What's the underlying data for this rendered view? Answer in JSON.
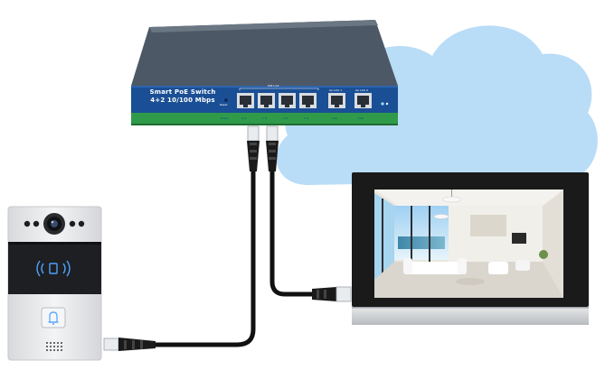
{
  "switch": {
    "title_line1": "Smart PoE Switch",
    "title_line2": "4+2 10/100 Mbps",
    "poe_group_label": "PoE Link",
    "uplink1_label": "Up Link 1",
    "uplink2_label": "Up Link 2",
    "reset_label": "Reset",
    "power_label": "Power",
    "port_labels": [
      "1-4",
      "1-4",
      "1-4",
      "1-4",
      "Link",
      "Link"
    ]
  },
  "colors": {
    "switch_body": "#1a4f95",
    "switch_top": "#4d5866",
    "switch_stripe": "#2f9a4a",
    "cloud": "#b9dcf7",
    "cable": "#111111",
    "monitor_frame": "#1a1a1a",
    "monitor_base": "#d2d4d7",
    "doorbell_body": "#e8eaec"
  },
  "icons": {
    "doorbell_card": "rfid-card-icon",
    "doorbell_button": "bell-icon",
    "monitor_screen": "living-room-photo"
  }
}
